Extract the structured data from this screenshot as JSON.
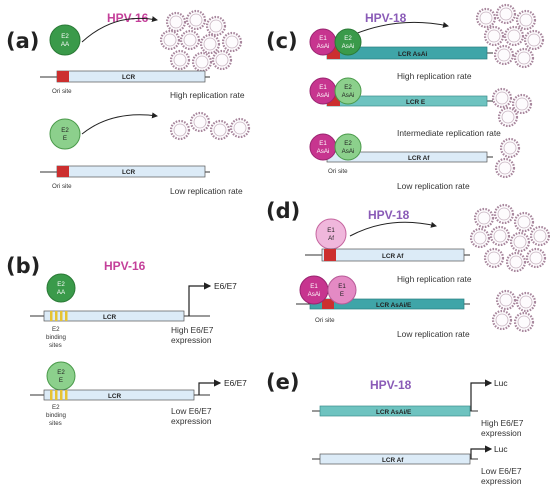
{
  "panels": {
    "a": {
      "label": "(a)",
      "title": "HPV-16",
      "top": {
        "protein_line1": "E2",
        "protein_line2": "AA",
        "lcr": "LCR",
        "ori": "Ori site",
        "rate": "High replication rate"
      },
      "bottom": {
        "protein_line1": "E2",
        "protein_line2": "E",
        "lcr": "LCR",
        "ori": "Ori site",
        "rate": "Low replication rate"
      }
    },
    "b": {
      "label": "(b)",
      "title": "HPV-16",
      "top": {
        "protein_line1": "E2",
        "protein_line2": "AA",
        "lcr": "LCR",
        "sites_line1": "E2",
        "sites_line2": "binding",
        "sites_line3": "sites",
        "promoter": "E6/E7",
        "expr_line1": "High E6/E7",
        "expr_line2": "expression"
      },
      "bottom": {
        "protein_line1": "E2",
        "protein_line2": "E",
        "lcr": "LCR",
        "sites_line1": "E2",
        "sites_line2": "binding",
        "sites_line3": "sites",
        "promoter": "E6/E7",
        "expr_line1": "Low E6/E7",
        "expr_line2": "expression"
      }
    },
    "c": {
      "label": "(c)",
      "title": "HPV-18",
      "row1": {
        "e1_line1": "E1",
        "e1_line2": "AsAi",
        "e2_line1": "E2",
        "e2_line2": "AsAi",
        "lcr": "LCR AsAi",
        "rate": "High replication rate"
      },
      "row2": {
        "e1_line1": "E1",
        "e1_line2": "AsAi",
        "e2_line1": "E2",
        "e2_line2": "AsAi",
        "lcr": "LCR E",
        "rate": "Intermediate replication rate"
      },
      "row3": {
        "e1_line1": "E1",
        "e1_line2": "AsAi",
        "e2_line1": "E2",
        "e2_line2": "AsAi",
        "lcr": "LCR Af",
        "ori": "Ori site",
        "rate": "Low replication rate"
      }
    },
    "d": {
      "label": "(d)",
      "title": "HPV-18",
      "top": {
        "protein_line1": "E1",
        "protein_line2": "Af",
        "lcr": "LCR Af",
        "rate": "High replication rate"
      },
      "bottom": {
        "e1_line1": "E1",
        "e1_line2": "AsAi",
        "e2_line1": "E1",
        "e2_line2": "E",
        "lcr": "LCR AsAi/E",
        "ori": "Ori site",
        "rate": "Low replication rate"
      }
    },
    "e": {
      "label": "(e)",
      "title": "HPV-18",
      "top": {
        "lcr": "LCR AsAi/E",
        "promoter": "Luc",
        "expr_line1": "High E6/E7",
        "expr_line2": "expression"
      },
      "bottom": {
        "lcr": "LCR Af",
        "promoter": "Luc",
        "expr_line1": "Low E6/E7",
        "expr_line2": "expression"
      }
    }
  },
  "colors": {
    "lcr_light": "#dcebf7",
    "lcr_teal": "#3fa5a8",
    "ori_red": "#cc2f2f",
    "e2_dark_green": "#3a9a4a",
    "e2_light_green": "#8cd08c",
    "e1_magenta": "#c7358f",
    "e1_pink": "#e48ac4",
    "e1_light_pink": "#f0b7dc",
    "binding_yellow": "#e6c333",
    "virion": "#a8879d",
    "title16": "#c4409a",
    "title18": "#8a5bb7"
  }
}
